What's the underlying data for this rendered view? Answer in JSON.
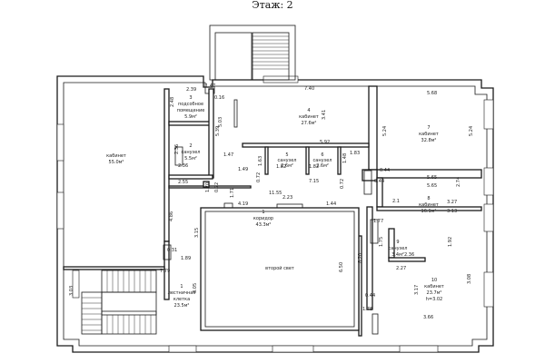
{
  "header": {
    "floor_title": "Этаж: 2"
  },
  "rooms": [
    {
      "name": "кабинет",
      "area": "55.0м²"
    },
    {
      "number": "3",
      "lines": [
        "подсобное",
        "помещение"
      ],
      "area": "5.9м²"
    },
    {
      "number": "2",
      "name": "санузел",
      "area": "5.5м²"
    },
    {
      "number": "4",
      "name": "кабинет",
      "area": "27.6м²"
    },
    {
      "number": "5",
      "name": "санузел",
      "area": "2.6м²"
    },
    {
      "number": "6",
      "name": "санузел",
      "area": "2.6м²"
    },
    {
      "number": "7",
      "name": "кабинет",
      "area": "32.8м²"
    },
    {
      "number": "1",
      "name": "коридор",
      "area": "43.3м²"
    },
    {
      "name": "второй свет"
    },
    {
      "number": "8",
      "name": "кабинет",
      "area": "16.1м²"
    },
    {
      "number": "9",
      "name": "санузел",
      "area": "3.4м²"
    },
    {
      "number": "10",
      "name": "кабинет",
      "area": "23.7м²",
      "note": "h=3.02"
    },
    {
      "number": "1",
      "lines": [
        "лестничная",
        "клетка"
      ],
      "area": "23.5м²"
    }
  ],
  "dimensions": [
    "2.39",
    "1.47",
    "0.16",
    "7.40",
    "5.68",
    "2.48",
    "5.39",
    "5.03",
    "3.41",
    "5.24",
    "5.24",
    "2.36",
    "1.47",
    "5.92",
    "1.83",
    "0.44",
    "5.65",
    "5.65",
    "2.36",
    "2.55",
    "1.70",
    "0.72",
    "1.49",
    "1.71",
    "0.72",
    "1.63",
    "1.82",
    "1.82",
    "1.48",
    "7.15",
    "0.72",
    "11.55",
    "2.23",
    "4.19",
    "1.44",
    "2.74",
    "0.44",
    "1.77",
    "2.1",
    "3.27",
    "3.13",
    "1.92",
    "1.75",
    "2.36",
    "2.27",
    "4.86",
    "3.15",
    "0.31",
    "1.89",
    "7.79",
    "3.05",
    "6.50",
    "8.20",
    "3.03",
    "3.17",
    "3.08",
    "0.44",
    "1.78",
    "3.66"
  ]
}
